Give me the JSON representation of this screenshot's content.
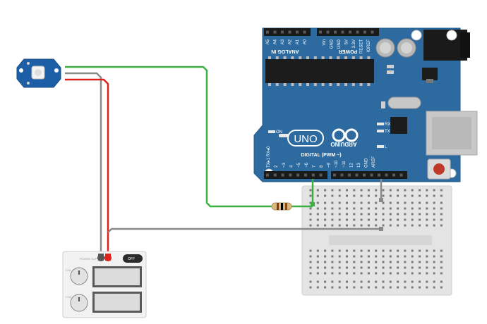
{
  "arduino": {
    "brand": "ARDUINO",
    "model": "UNO",
    "power_header_label": "POWER",
    "analog_header_label": "ANALOG IN",
    "digital_header_label": "DIGITAL (PWM ~)",
    "on_label": "ON",
    "rx_label": "RX",
    "tx_label": "TX",
    "l_label": "L",
    "power_pins": [
      "IOREF",
      "RESET",
      "3.3V",
      "5V",
      "GND",
      "GND",
      "Vin"
    ],
    "analog_pins": [
      "A0",
      "A1",
      "A2",
      "A3",
      "A4",
      "A5"
    ],
    "digital_pins": [
      "0",
      "1",
      "~3",
      "4",
      "~5",
      "~6",
      "7",
      "8",
      "~9",
      "~10",
      "~11",
      "12",
      "13",
      "GND",
      "AREF"
    ],
    "pin_tx_rx": "TX▸1 RX◂0",
    "pin_2": "2"
  },
  "power_supply": {
    "title": "POWER SUPPLY",
    "switch_label": "OFF",
    "ch1_label": "CH1",
    "ch2_label": "CH2"
  },
  "colors": {
    "board_blue": "#2d6a9f",
    "wire_green": "#3cb043",
    "wire_red": "#e0201b",
    "wire_gray": "#8a8a8a",
    "breadboard": "#e6e6e6",
    "sensor_blue": "#1d5fa6"
  }
}
